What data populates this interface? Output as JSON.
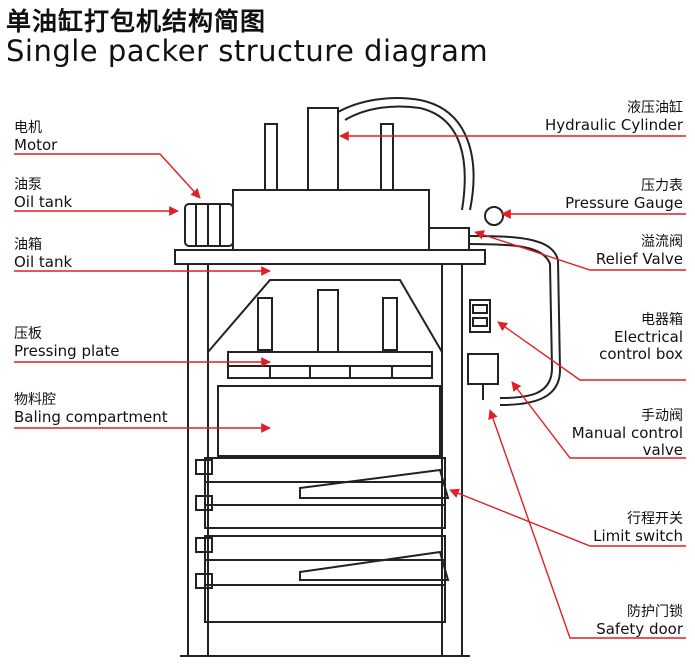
{
  "title_cn": "单油缸打包机结构简图",
  "title_en": "Single packer structure diagram",
  "colors": {
    "leader": "#e01f26",
    "machine": "#222222"
  },
  "labels": [
    {
      "id": "motor",
      "cn": "电机",
      "en": "Motor"
    },
    {
      "id": "oil-pump",
      "cn": "油泵",
      "en": "Oil tank"
    },
    {
      "id": "oil-tank",
      "cn": "油箱",
      "en": "Oil tank"
    },
    {
      "id": "pressing-plate",
      "cn": "压板",
      "en": "Pressing plate"
    },
    {
      "id": "baling-compartment",
      "cn": "物料腔",
      "en": "Baling compartment"
    },
    {
      "id": "hydraulic-cylinder",
      "cn": "液压油缸",
      "en": "Hydraulic Cylinder"
    },
    {
      "id": "pressure-gauge",
      "cn": "压力表",
      "en": "Pressure Gauge"
    },
    {
      "id": "relief-valve",
      "cn": "溢流阀",
      "en": "Relief Valve"
    },
    {
      "id": "electrical-control-box",
      "cn": "电器箱",
      "en": "Electrical control box"
    },
    {
      "id": "manual-control-valve",
      "cn": "手动阀",
      "en": "Manual control valve"
    },
    {
      "id": "limit-switch",
      "cn": "行程开关",
      "en": "Limit switch"
    },
    {
      "id": "safety-door",
      "cn": "防护门锁",
      "en": "Safety door"
    }
  ]
}
